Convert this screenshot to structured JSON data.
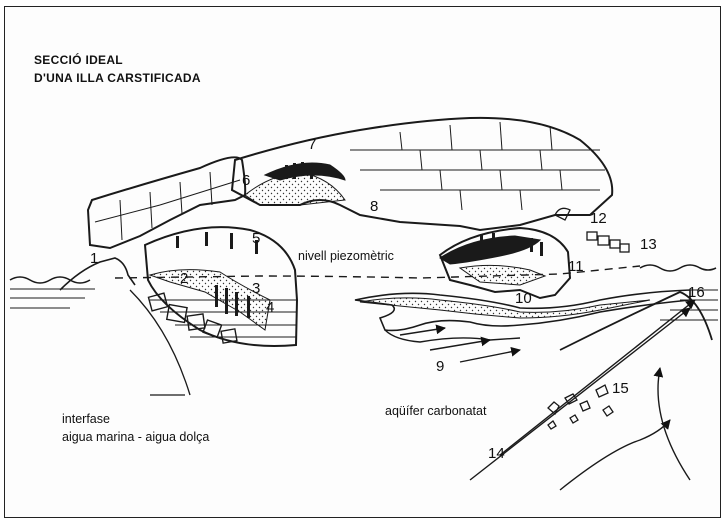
{
  "title": {
    "line1": "SECCIÓ IDEAL",
    "line2": "D'UNA ILLA CARSTIFICADA"
  },
  "labels": {
    "water_table": "nivell piezomètric",
    "interface_line1": "interfase",
    "interface_line2": "aigua marina - aigua dolça",
    "aquifer": "aqüífer carbonatat"
  },
  "numbers": [
    "1",
    "2",
    "3",
    "4",
    "5",
    "6",
    "7",
    "8",
    "9",
    "10",
    "11",
    "12",
    "13",
    "14",
    "15",
    "16"
  ],
  "colors": {
    "ink": "#1a1a1a",
    "background": "#ffffff"
  }
}
